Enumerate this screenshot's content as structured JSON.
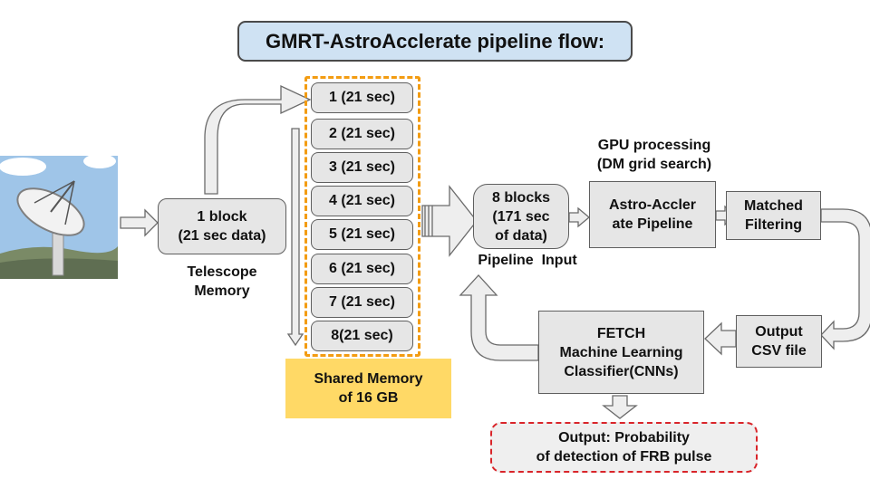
{
  "title": "GMRT-AstroAcclerate pipeline flow:",
  "block": {
    "text": "1 block\n(21 sec data)"
  },
  "telescope_caption": "Telescope\nMemory",
  "slots": [
    "1 (21 sec)",
    "2 (21 sec)",
    "3 (21 sec)",
    "4 (21 sec)",
    "5 (21 sec)",
    "6 (21 sec)",
    "7 (21 sec)",
    "8(21 sec)"
  ],
  "shared_memory": "Shared Memory\nof 16 GB",
  "pipeline_input": {
    "text": "8 blocks\n(171 sec\nof data)",
    "caption": "Pipeline  Input"
  },
  "gpu_caption": "GPU processing\n(DM grid search)",
  "astro": "Astro-Accler\nate Pipeline",
  "matched": "Matched\nFiltering",
  "csv": "Output\nCSV file",
  "fetch": "FETCH\nMachine Learning\nClassifier(CNNs)",
  "final_output": "Output: Probability\nof detection of FRB pulse",
  "colors": {
    "title_bg": "#cfe2f3",
    "box_bg": "#e6e6e6",
    "box_border": "#5f5f5f",
    "orange_dash": "#f39c12",
    "shared_bg": "#ffd966",
    "red_dash": "#d9252a",
    "sky": "#9fc5e8"
  },
  "icons": [
    "radio-telescope-icon"
  ]
}
